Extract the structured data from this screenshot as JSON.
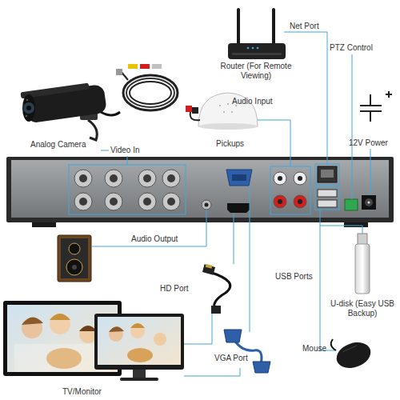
{
  "diagram": {
    "labels": [
      "Router (For Remote Viewing)",
      "Net Port",
      "PTZ Control",
      "Audio Input",
      "Analog Camera",
      "Video In",
      "Pickups",
      "12V Power",
      "Audio Output",
      "HD Port",
      "USB Ports",
      "U-disk (Easy USB Backup)",
      "VGA Port",
      "Mouse",
      "TV/Monitor"
    ]
  }
}
